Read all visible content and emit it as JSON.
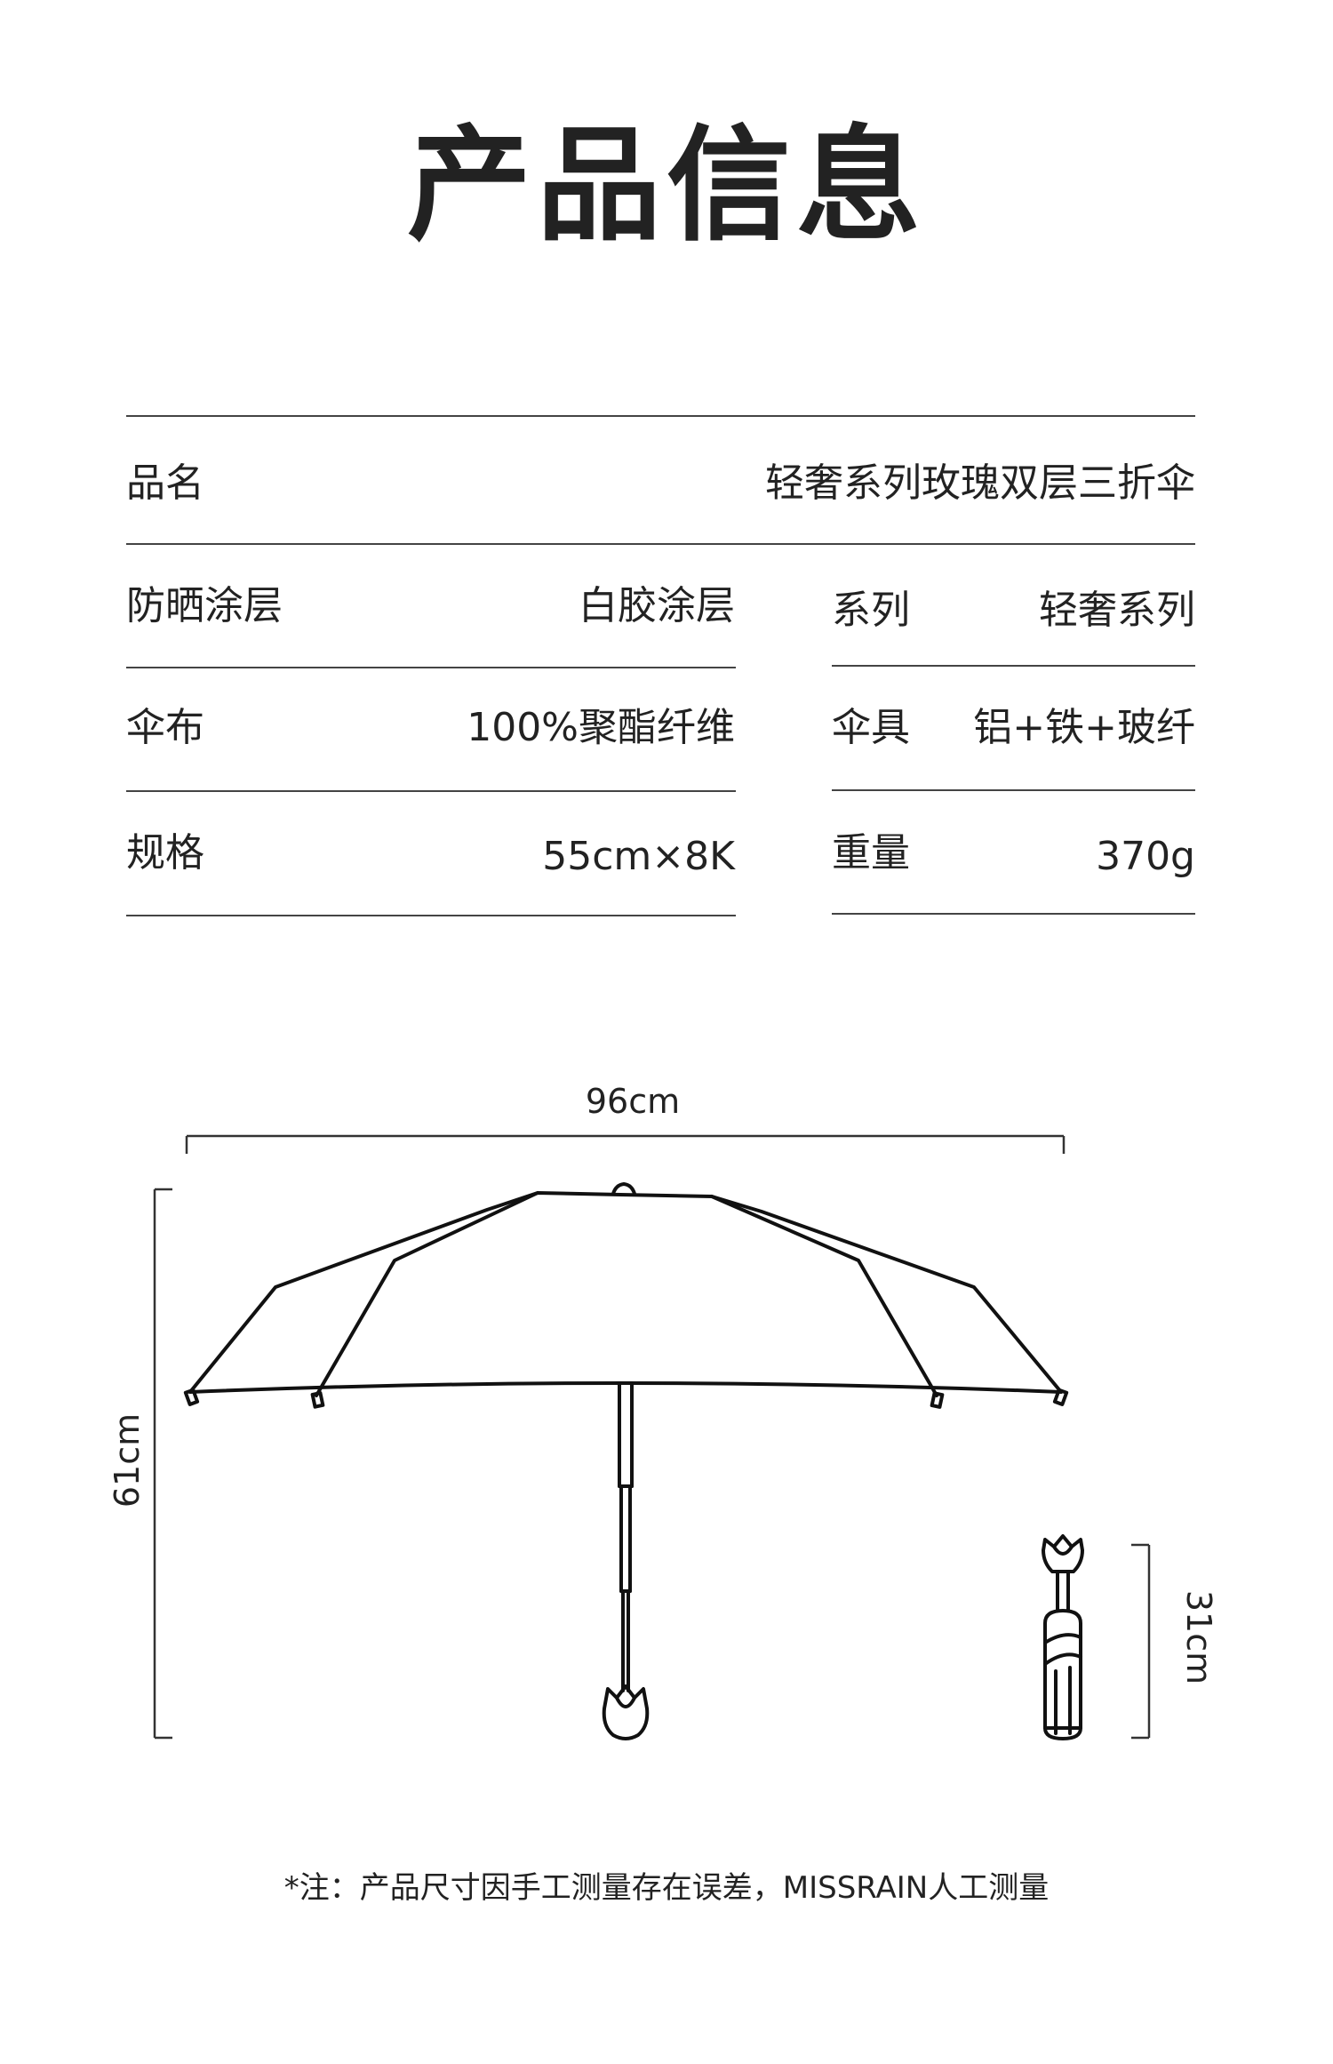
{
  "title": "产品信息",
  "product": {
    "label": "品名",
    "value": "轻奢系列玫瑰双层三折伞"
  },
  "left_specs": [
    {
      "label": "防晒涂层",
      "value": "白胶涂层"
    },
    {
      "label": "伞布",
      "value": "100%聚酯纤维"
    },
    {
      "label": "规格",
      "value": "55cm×8K"
    }
  ],
  "right_specs": [
    {
      "label": "系列",
      "value": "轻奢系列"
    },
    {
      "label": "伞具",
      "value": "铝+铁+玻纤"
    },
    {
      "label": "重量",
      "value": "370g"
    }
  ],
  "dimensions": {
    "width": "96cm",
    "open_height": "61cm",
    "folded_length": "31cm"
  },
  "note": "*注：产品尺寸因手工测量存在误差，MISSRAIN人工测量"
}
